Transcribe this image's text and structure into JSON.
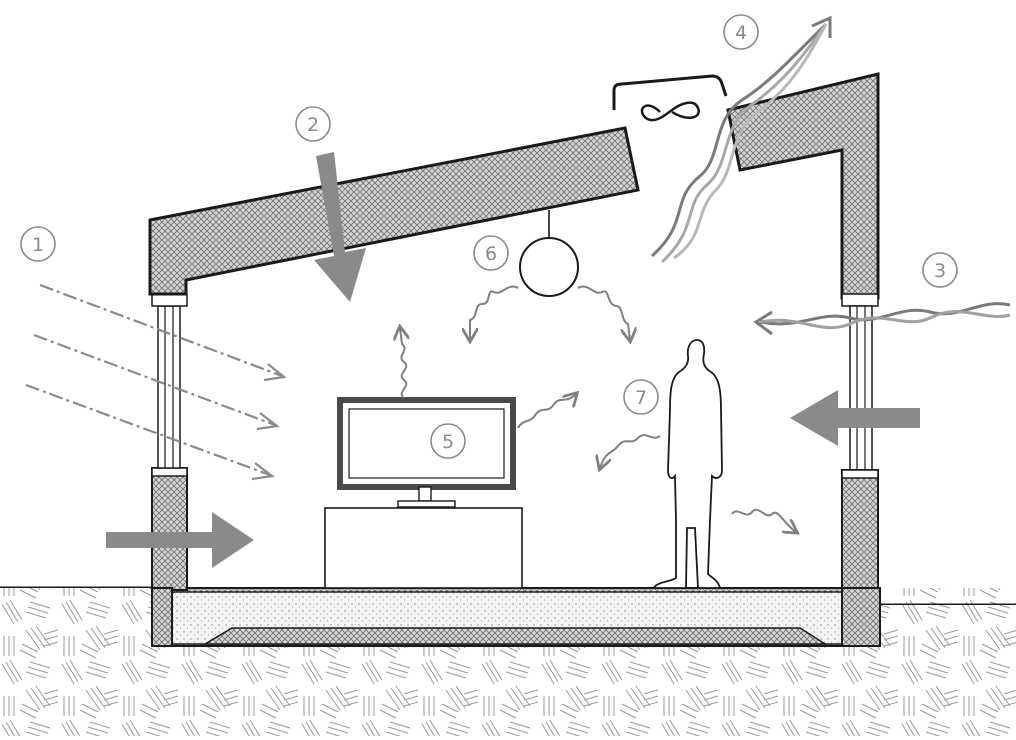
{
  "diagram": {
    "markers": [
      {
        "id": "1",
        "label": "1"
      },
      {
        "id": "2",
        "label": "2"
      },
      {
        "id": "3",
        "label": "3"
      },
      {
        "id": "4",
        "label": "4"
      },
      {
        "id": "5",
        "label": "5"
      },
      {
        "id": "6",
        "label": "6"
      },
      {
        "id": "7",
        "label": "7"
      }
    ],
    "colors": {
      "outline": "#1a1a1a",
      "arrow": "#808080",
      "insulation": "#b8b8b8",
      "concrete": "#eeeeee",
      "soil_hatch": "#9a9a9a",
      "marker": "#8a8a8a"
    },
    "icons": [
      "infinity-icon",
      "light-bulb-icon",
      "television-icon",
      "person-silhouette-icon"
    ]
  }
}
